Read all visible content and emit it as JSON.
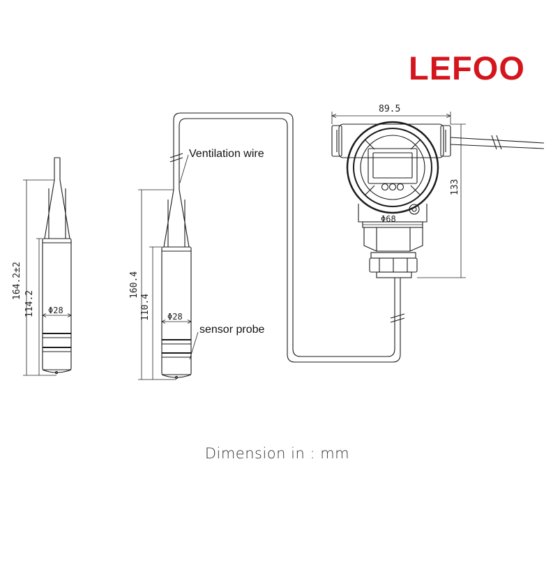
{
  "brand": {
    "name": "LEFOO",
    "color": "#d4151c"
  },
  "caption": "Dimension in : mm",
  "probe_a": {
    "total_height": "164.2±2",
    "body_height": "114.2",
    "diameter": "Φ28"
  },
  "probe_b": {
    "total_height": "160.4",
    "body_height": "110.4",
    "diameter": "Φ28",
    "callout_wire": "Ventilation wire",
    "callout_probe": "sensor probe"
  },
  "transmitter": {
    "width": "89.5",
    "height": "133",
    "diameter": "Φ68"
  }
}
